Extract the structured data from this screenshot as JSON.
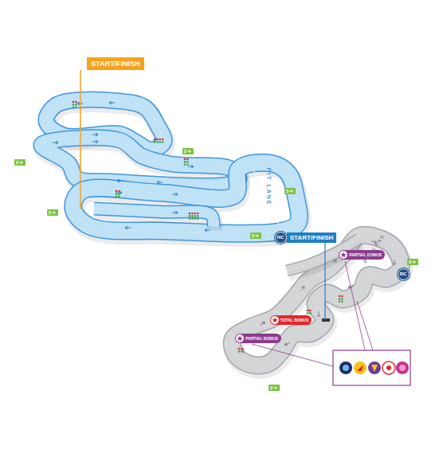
{
  "diagram": {
    "nodes": [
      {
        "text": [
          "START/FINISH"
        ]
      },
      {
        "text": [
          "2"
        ]
      },
      {
        "text": [
          "2"
        ]
      },
      {
        "text": [
          "3"
        ]
      },
      {
        "text": [
          "2"
        ]
      },
      {
        "text": [
          "3"
        ]
      },
      {
        "text": [
          "RC"
        ]
      },
      {
        "text": [
          "START/FINISH"
        ]
      },
      {
        "text": [
          "PARTIAL BONUS"
        ]
      },
      {
        "text": [
          "3"
        ]
      },
      {
        "text": [
          "RC"
        ]
      },
      {
        "text": [
          "TOTAL BONUS"
        ]
      },
      {
        "text": [
          "PARTIAL BONUS"
        ]
      },
      {
        "text": [
          "2"
        ]
      }
    ],
    "labels": [
      "PIT LANE",
      "PIT LANE"
    ]
  }
}
